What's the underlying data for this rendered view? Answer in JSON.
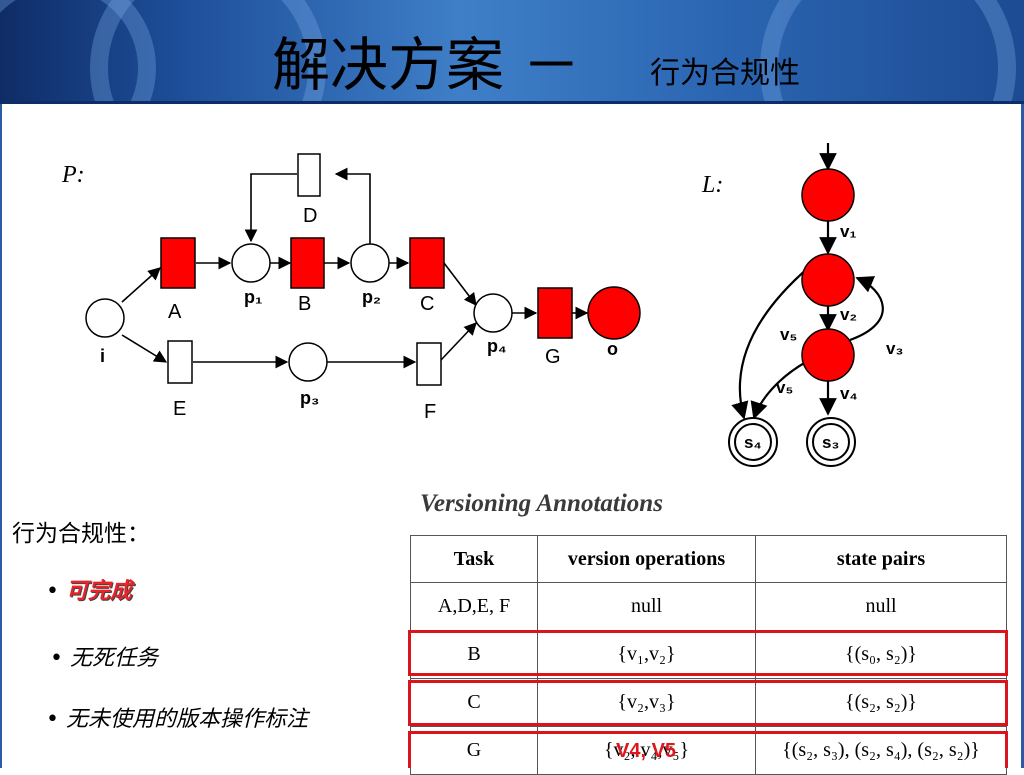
{
  "header": {
    "title": "解决方案 －",
    "subtitle": "行为合规性"
  },
  "diagram_p": {
    "label": "P:",
    "nodes": {
      "i": "i",
      "p1": "p₁",
      "p2": "p₂",
      "p3": "p₃",
      "p4": "p₄",
      "o": "o",
      "A": "A",
      "B": "B",
      "C": "C",
      "D": "D",
      "E": "E",
      "F": "F",
      "G": "G"
    }
  },
  "diagram_l": {
    "label": "L:",
    "edges": {
      "v1": "v₁",
      "v2": "v₂",
      "v3": "v₃",
      "v4": "v₄",
      "v5a": "v₅",
      "v5b": "v₅"
    },
    "states": {
      "s4": "s₄",
      "s3": "s₃"
    }
  },
  "properties": {
    "heading": "行为合规性：",
    "items": [
      "可完成",
      "无死任务",
      "无未使用的版本操作标注"
    ]
  },
  "annotations": {
    "title": "Versioning Annotations",
    "columns": [
      "Task",
      "version operations",
      "state pairs"
    ],
    "rows": [
      [
        "A,D,E, F",
        "null",
        "null"
      ],
      [
        "B",
        "{v₁,v₂}",
        "{(s₀, s₂)}"
      ],
      [
        "C",
        "{v₂,v₃}",
        "{(s₂, s₂)}"
      ],
      [
        "G",
        "{v₂, v₄,v₅}",
        "{(s₂, s₃), (s₂, s₄), (s₂, s₂)}"
      ]
    ],
    "overlay": "V4, V5"
  },
  "colors": {
    "highlight": "#d9141b",
    "marked": "#ff0000",
    "header_dark": "#0f2c66",
    "header_light": "#3f7fc8"
  }
}
